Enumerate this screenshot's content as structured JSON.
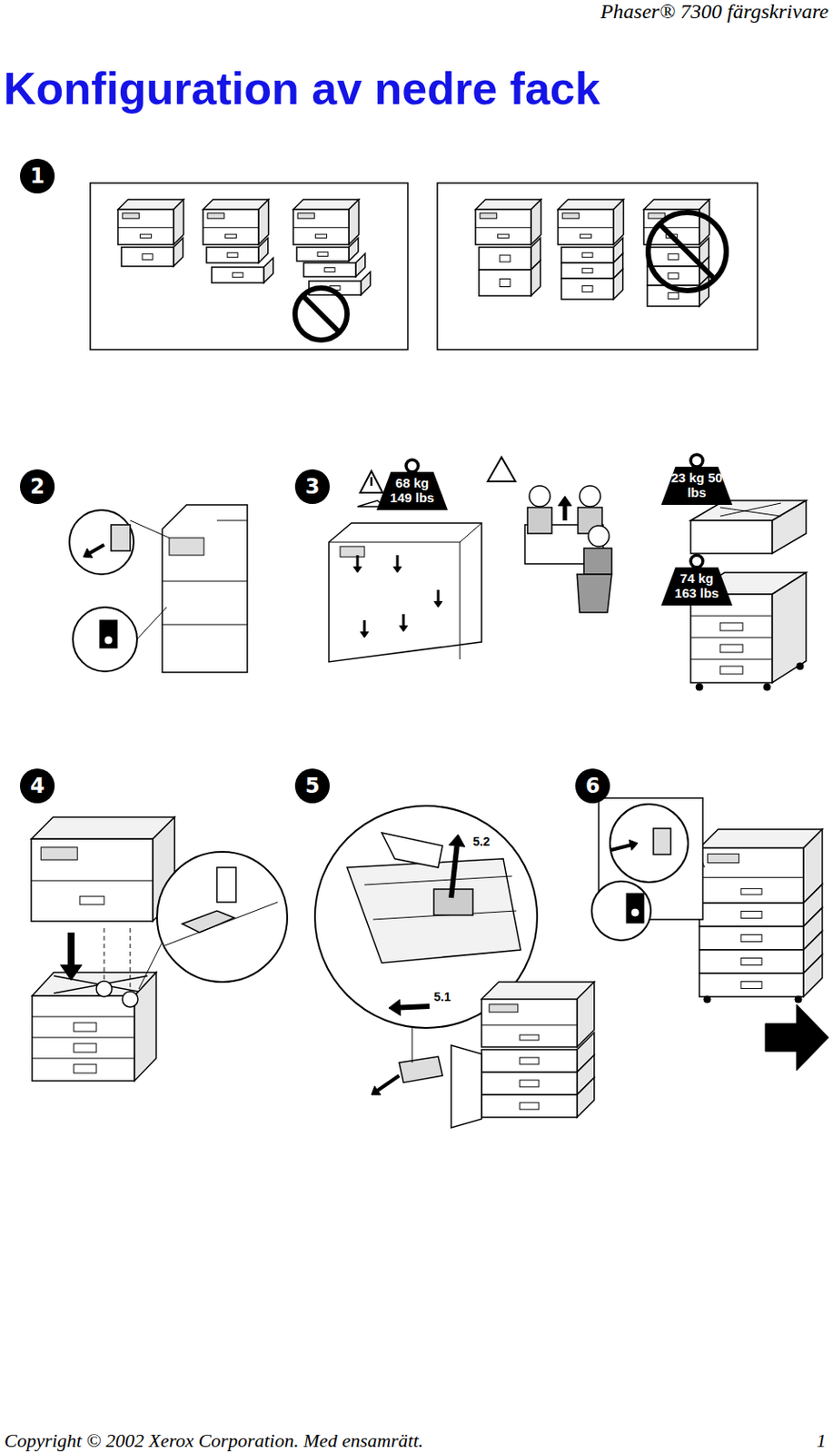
{
  "diagram": {
    "title": "Konfiguration av nedre fack",
    "nodes": [
      {
        "text": [
          "1"
        ]
      },
      {
        "text": [
          "2"
        ]
      },
      {
        "text": [
          "3"
        ]
      },
      {
        "text": [
          "68 kg 149 lbs"
        ]
      },
      {
        "text": [
          "23 kg 50 lbs"
        ]
      },
      {
        "text": [
          "74 kg 163 lbs"
        ]
      },
      {
        "text": [
          "4"
        ]
      },
      {
        "text": [
          "5"
        ]
      },
      {
        "text": [
          "6"
        ]
      }
    ],
    "labels": [
      "Phaser® 7300 färgskrivare",
      "5.2",
      "5.1",
      "Copyright © 2002 Xerox Corporation. Med ensamrätt.",
      "1"
    ]
  }
}
